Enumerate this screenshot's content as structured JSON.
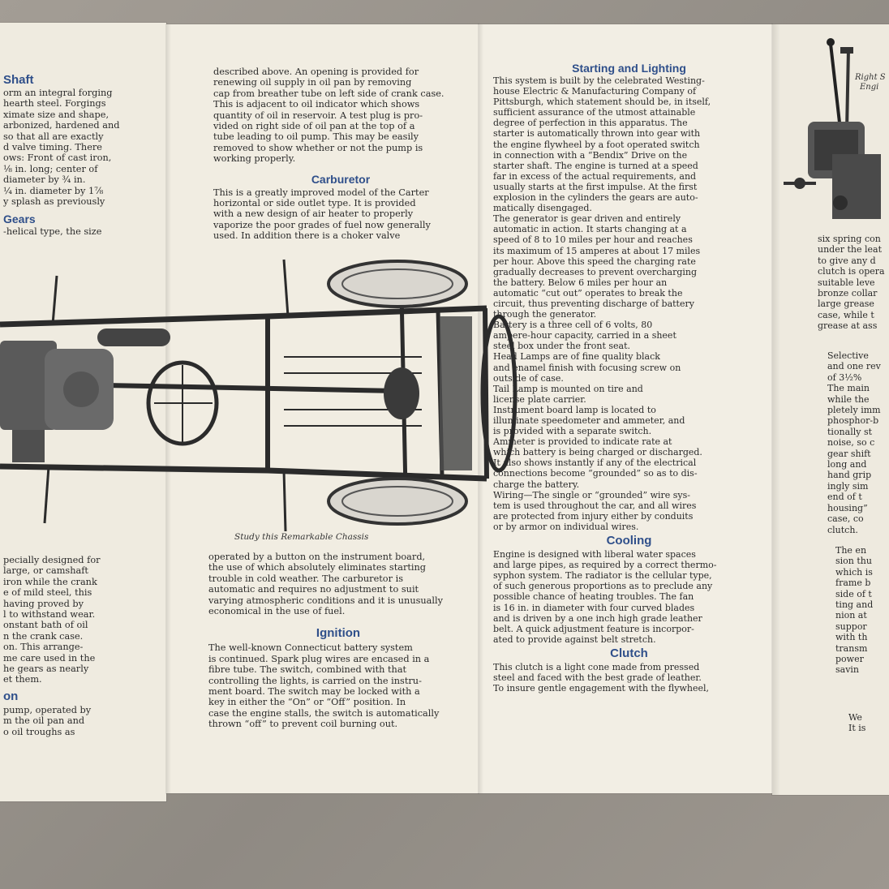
{
  "left": {
    "heading1": "Shaft",
    "lines1": [
      "orm an integral forging",
      "hearth steel.  Forgings",
      "ximate size and shape,",
      "arbonized, hardened and",
      "so that all are exactly",
      "d valve timing.  There",
      "ows: Front of cast iron,",
      "⅛ in. long; center of",
      "diameter by ¾ in.",
      "¼ in. diameter by 1⅞",
      "y splash as previously"
    ],
    "heading2": "Gears",
    "lines2": [
      "-helical type, the size"
    ],
    "lines3": [
      "pecially designed for",
      "large, or camshaft",
      "iron while the crank",
      "e of mild steel, this",
      "having proved by",
      "l to withstand wear.",
      "onstant bath of oil",
      "n the crank case.",
      "on.  This arrange-",
      "me care used in the",
      "he gears as nearly",
      "et them."
    ],
    "heading3": "on",
    "lines4": [
      "pump, operated by",
      "m the oil pan and",
      "o oil troughs as"
    ]
  },
  "middle": {
    "top_lines": [
      "described above.  An opening is provided for",
      "renewing oil supply in oil pan by removing",
      "cap from breather tube on left side of crank case.",
      "This is adjacent to oil indicator which shows",
      "quantity of oil in reservoir.  A test plug is pro-",
      "vided on right side of oil pan at the top of a",
      "tube leading to oil pump.  This may be easily",
      "removed to show whether or not the pump is",
      "working properly."
    ],
    "carb_heading": "Carburetor",
    "carb_lines": [
      "This is a greatly improved model of the Carter",
      "horizontal or side outlet type.  It is provided",
      "with a new design of air heater to properly",
      "vaporize the poor grades of fuel now generally",
      "used.  In addition there is a choker valve"
    ],
    "caption": "Study this Remarkable Chassis",
    "carb_lines2": [
      "operated by a button on the instrument board,",
      "the use of which absolutely eliminates starting",
      "trouble in cold weather.  The carburetor is",
      "automatic and requires no adjustment to suit",
      "varying atmospheric conditions and it is unusually",
      "economical in the use of fuel."
    ],
    "ign_heading": "Ignition",
    "ign_lines": [
      "The well-known Connecticut battery system",
      "is continued.  Spark plug wires are encased in a",
      "fibre tube.  The switch, combined with that",
      "controlling the lights, is carried on the instru-",
      "ment board.  The switch may be locked with a",
      "key in either the “On” or “Off” position.  In",
      "case the engine stalls, the switch is automatically",
      "thrown “off” to prevent coil burning out."
    ]
  },
  "right": {
    "sl_heading": "Starting and Lighting",
    "sl_lines": [
      "This system is built by the celebrated Westing-",
      "house Electric & Manufacturing Company of",
      "Pittsburgh, which statement should be, in itself,",
      "sufficient assurance of the utmost attainable",
      "degree of perfection in this apparatus.  The",
      "starter is automatically thrown into gear with",
      "the engine flywheel by a foot operated switch",
      "in connection with a “Bendix” Drive on the",
      "starter shaft.  The engine is turned at a speed",
      "far in excess of the actual requirements, and",
      "usually starts at the first impulse.  At the first",
      "explosion in the cylinders the gears are auto-",
      "matically disengaged.",
      "The generator is gear driven and entirely",
      "automatic in action.  It starts changing at a",
      "speed of 8 to 10 miles per hour and reaches",
      "its maximum of 15 amperes at about 17 miles",
      "per hour.  Above this speed the charging rate",
      "gradually decreases to prevent overcharging",
      "the battery.  Below 6 miles per hour an",
      "automatic “cut out” operates to break the",
      "circuit, thus preventing discharge of battery",
      "through the generator.",
      "Battery is a three cell of 6 volts, 80",
      "ampere-hour capacity, carried in a sheet",
      "steel box under the front seat.",
      "Head Lamps are of fine quality black",
      "and enamel finish with focusing screw on",
      "outside of case.",
      "Tail Lamp is mounted on tire and",
      "license plate carrier.",
      "Instrument board lamp is located to",
      "illuminate speedometer and ammeter, and",
      "is provided with a separate switch.",
      "Ammeter is provided to indicate rate at",
      "which battery is being charged or discharged.",
      "It also shows instantly if any of the electrical",
      "connections become “grounded” so as to dis-",
      "charge the battery.",
      "Wiring—The single or “grounded” wire sys-",
      "tem is used throughout the car, and all wires",
      "are protected from injury either by conduits",
      "or by armor on individual wires."
    ],
    "cool_heading": "Cooling",
    "cool_lines": [
      "Engine is designed with liberal water spaces",
      "and large pipes, as required by a correct thermo-",
      "syphon system.  The radiator is the cellular type,",
      "of such generous proportions as to preclude any",
      "possible chance of heating troubles.  The fan",
      "is 16 in. in diameter with four curved blades",
      "and is driven by a one inch high grade leather",
      "belt.  A quick adjustment feature is incorpor-",
      "ated to provide against belt stretch."
    ],
    "clutch_heading": "Clutch",
    "clutch_lines": [
      "This clutch is a light cone made from pressed",
      "steel and faced with the best grade of leather.",
      "To insure gentle engagement with the flywheel,"
    ]
  },
  "far": {
    "caption_lines": [
      "Right S",
      "Engi"
    ],
    "lines1": [
      "six spring con",
      "under the leat",
      "to give any d",
      "clutch is opera",
      "suitable leve",
      "bronze collar",
      "large grease",
      "case, while t",
      "grease at ass"
    ],
    "lines2": [
      "Selective",
      "and one rev",
      "of 3½%",
      "The main",
      "while the",
      "pletely imm",
      "phosphor-b",
      "tionally st",
      "noise, so c",
      "gear shift",
      "long and",
      "hand grip",
      "ingly sim",
      "end of t",
      "housing”",
      "case, co",
      "clutch."
    ],
    "lines3": [
      "The en",
      "sion thu",
      "which is",
      "frame b",
      "side of t",
      "ting and",
      "nion at",
      "suppor",
      "with th",
      "transm",
      "power",
      "savin"
    ],
    "lines4": [
      "We",
      "It is"
    ]
  }
}
